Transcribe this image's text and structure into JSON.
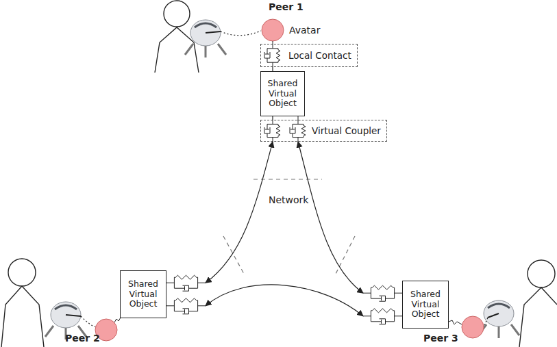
{
  "diagram": {
    "nodes": [
      {
        "text": [
          "Local Contact"
        ]
      },
      {
        "text": [
          "Shared Virtual Object"
        ]
      },
      {
        "text": [
          "Virtual Coupler"
        ]
      },
      {
        "text": [
          "Shared Virtual Object"
        ]
      },
      {
        "text": [
          "Shared Virtual Object"
        ]
      }
    ],
    "edges": [
      {
        "from": 0,
        "to": 1,
        "arrow": "none"
      },
      {
        "from": 1,
        "to": 2,
        "arrow": "none"
      },
      {
        "from": 2,
        "to": 3,
        "arrow": "both"
      },
      {
        "from": 2,
        "to": 4,
        "arrow": "both"
      },
      {
        "from": 3,
        "to": 4,
        "arrow": "both"
      }
    ],
    "labels": [
      "Peer 1",
      "Avatar",
      "Network",
      "Peer 2",
      "Peer 3"
    ]
  }
}
